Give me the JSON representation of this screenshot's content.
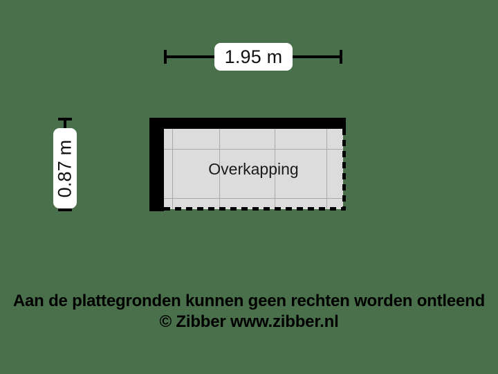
{
  "background_color": "#4a704b",
  "floorplan": {
    "room": {
      "label": "Overkapping",
      "fill_color": "#dcdcdc",
      "wall_color": "#000000",
      "gridline_color": "#a9a9a9",
      "grid": {
        "vertical_offsets": [
          12,
          80,
          160,
          235
        ],
        "horizontal_offsets": [
          29,
          100
        ]
      },
      "open_edges": [
        "bottom",
        "right"
      ],
      "solid_walls": [
        "top",
        "left"
      ]
    },
    "dimensions": {
      "width": {
        "value": "1.95 m",
        "orientation": "horizontal",
        "label_background": "#ffffff"
      },
      "height": {
        "value": "0.87 m",
        "orientation": "vertical",
        "label_background": "#ffffff"
      }
    }
  },
  "caption": {
    "line1": "Aan de plattegronden kunnen geen rechten worden ontleend",
    "line2": "© Zibber www.zibber.nl"
  }
}
